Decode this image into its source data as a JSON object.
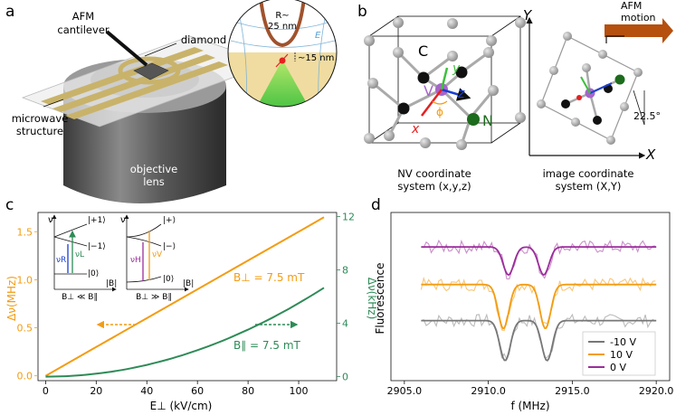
{
  "panel_a": {
    "letter": "a",
    "labels": {
      "afm": "AFM",
      "cantilever": "cantilever",
      "diamond": "diamond",
      "microwave1": "microwave",
      "microwave2": "structure",
      "objective1": "objective",
      "objective2": "lens"
    },
    "inset": {
      "r1": "R~",
      "r2": "25 nm",
      "field": "E",
      "depth": "~15 nm"
    }
  },
  "panel_b": {
    "letter": "b",
    "atoms": {
      "c": "C",
      "v": "V",
      "n": "N"
    },
    "axes_nv": {
      "x": "x",
      "y": "y",
      "z": "z",
      "phi": "ϕ"
    },
    "caption_left": [
      "NV coordinate",
      "system (x,y,z)"
    ],
    "caption_right": [
      "image coordinate",
      "system (X,Y)"
    ],
    "axes_img": {
      "x": "X",
      "y": "Y"
    },
    "afm_motion": [
      "AFM",
      "motion"
    ],
    "angle": "22.5°"
  },
  "panel_c": {
    "letter": "c",
    "left_label": "Δν(MHz)",
    "right_label": "Δν(kHz)",
    "xlabel": "E⊥ (kV/cm)",
    "ann_perp": "B⊥   = 7.5 mT",
    "ann_par": "B∥   = 7.5 mT",
    "inset1": {
      "nu": "ν",
      "p1": "|+1⟩",
      "m1": "|−1⟩",
      "z": "|0⟩",
      "b": "|B|",
      "vr": "νR",
      "vl": "νL",
      "cond": "B⊥ ≪ B∥"
    },
    "inset2": {
      "nu": "ν",
      "p": "|+⟩",
      "m": "|−⟩",
      "z": "|0⟩",
      "b": "|B|",
      "vh": "νH",
      "vv": "νV",
      "cond": "B⊥ ≫ B∥"
    },
    "colors": {
      "orange": "#f39c12",
      "green": "#2e8b57"
    }
  },
  "panel_d": {
    "letter": "d",
    "ylabel": "Fluorescence",
    "xlabel": "f (MHz)",
    "legend": [
      "-10 V",
      "10 V",
      "0 V"
    ],
    "colors": {
      "gray": "#777777",
      "orange": "#f39c12",
      "purple": "#9b2d9b"
    }
  },
  "chart_data": [
    {
      "type": "line",
      "panel": "c",
      "x": [
        0,
        20,
        40,
        60,
        80,
        100,
        110
      ],
      "series": [
        {
          "name": "B⊥ = 7.5 mT",
          "axis": "left",
          "values": [
            0.0,
            0.3,
            0.6,
            0.9,
            1.2,
            1.5,
            1.65
          ]
        },
        {
          "name": "B∥ = 7.5 mT",
          "axis": "right",
          "values": [
            0.0,
            0.22,
            0.88,
            1.98,
            3.52,
            5.5,
            6.66
          ]
        }
      ],
      "xlabel": "E⊥ (kV/cm)",
      "ylabel_left": "Δν(MHz)",
      "ylabel_right": "Δν(kHz)",
      "xticks": [
        0,
        20,
        40,
        60,
        80,
        100
      ],
      "yticks_left": [
        0.0,
        0.5,
        1.0,
        1.5
      ],
      "yticks_right": [
        0,
        4,
        8,
        12
      ],
      "xlim": [
        -3,
        115
      ],
      "ylim_left": [
        -0.05,
        1.7
      ],
      "ylim_right": [
        -0.3,
        12.3
      ]
    },
    {
      "type": "line",
      "panel": "d",
      "x_range": [
        2905.0,
        2920.0
      ],
      "xticks": [
        2905.0,
        2910.0,
        2915.0,
        2920.0
      ],
      "xlabel": "f (MHz)",
      "ylabel": "Fluorescence",
      "series": [
        {
          "name": "-10 V",
          "baseline": 0.0,
          "dips": [
            2911.0,
            2913.5
          ],
          "depth": 0.5
        },
        {
          "name": "10 V",
          "baseline": 0.45,
          "dips": [
            2910.9,
            2913.4
          ],
          "depth": 0.55
        },
        {
          "name": "0 V",
          "baseline": 0.92,
          "dips": [
            2911.2,
            2913.3
          ],
          "depth": 0.35
        }
      ]
    }
  ]
}
